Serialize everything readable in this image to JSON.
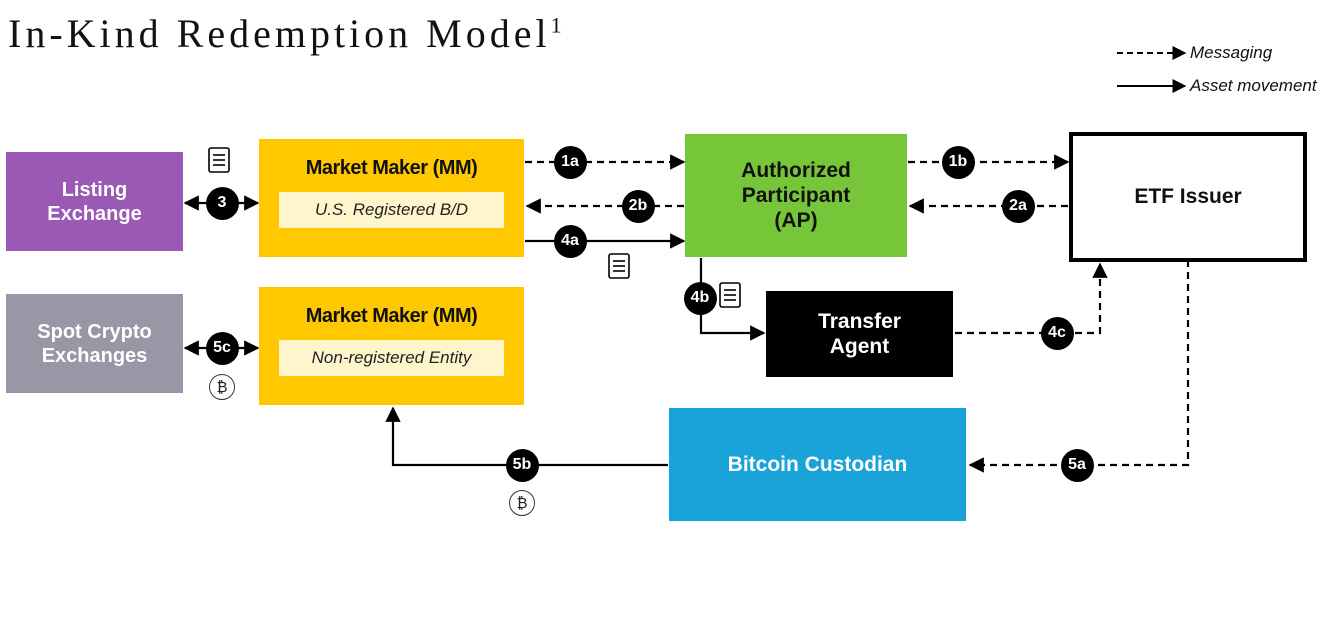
{
  "title": {
    "text": "In-Kind Redemption Model",
    "superscript": "1"
  },
  "legend": {
    "messaging": "Messaging",
    "asset_movement": "Asset movement"
  },
  "nodes": {
    "listing_exchange": "Listing\nExchange",
    "spot_crypto": "Spot Crypto\nExchanges",
    "mm_top": {
      "title": "Market Maker (MM)",
      "subtitle": "U.S. Registered  B/D"
    },
    "mm_bottom": {
      "title": "Market Maker (MM)",
      "subtitle": "Non-registered Entity"
    },
    "ap": "Authorized\nParticipant\n(AP)",
    "etf_issuer": "ETF Issuer",
    "transfer_agent": "Transfer\nAgent",
    "custodian": "Bitcoin Custodian"
  },
  "steps": {
    "s1a": "1a",
    "s1b": "1b",
    "s2a": "2a",
    "s2b": "2b",
    "s3": "3",
    "s4a": "4a",
    "s4b": "4b",
    "s4c": "4c",
    "s5a": "5a",
    "s5b": "5b",
    "s5c": "5c"
  },
  "coin_symbol": "₿",
  "colors": {
    "listing": "#9b59b6",
    "spot": "#9a96a6",
    "mm": "#ffc800",
    "ap": "#77c63a",
    "agent": "#000000",
    "custodian": "#1aa3d9"
  }
}
